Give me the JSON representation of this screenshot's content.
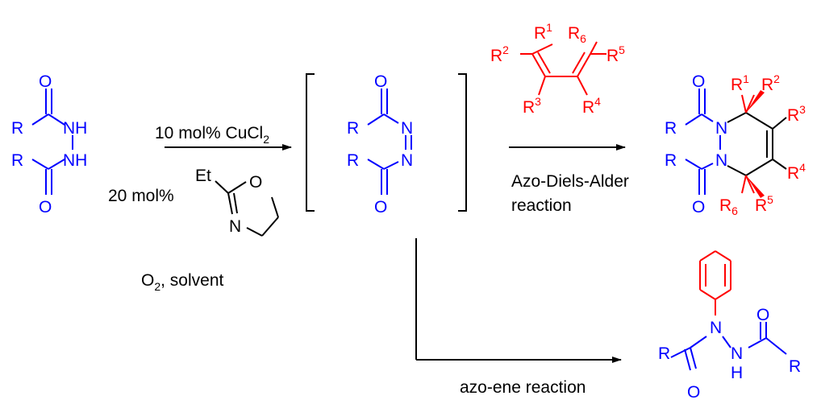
{
  "colors": {
    "blue": "#0000ff",
    "red": "#ff0000",
    "black": "#000000"
  },
  "atoms": {
    "O": "O",
    "N": "N",
    "R": "R",
    "NH": "NH",
    "H": "H",
    "Et": "Et",
    "R1": "R",
    "R2": "R",
    "R3": "R",
    "R4": "R",
    "R5": "R",
    "R6": "R"
  },
  "superscripts": {
    "s1": "1",
    "s2": "2",
    "s3": "3",
    "s4": "4",
    "s5": "5"
  },
  "subscripts": {
    "s6": "6"
  },
  "conditions": {
    "catalyst_pre": "10 mol% CuCl",
    "catalyst_sub": "2",
    "ligand_amount": "20 mol%",
    "oxidant": "O",
    "oxidant_sub": "2",
    "oxidant_post": ",  solvent"
  },
  "reactions": {
    "azo_da_line1": "Azo-Diels-Alder",
    "azo_da_line2": "reaction",
    "azo_ene": "azo-ene reaction"
  }
}
